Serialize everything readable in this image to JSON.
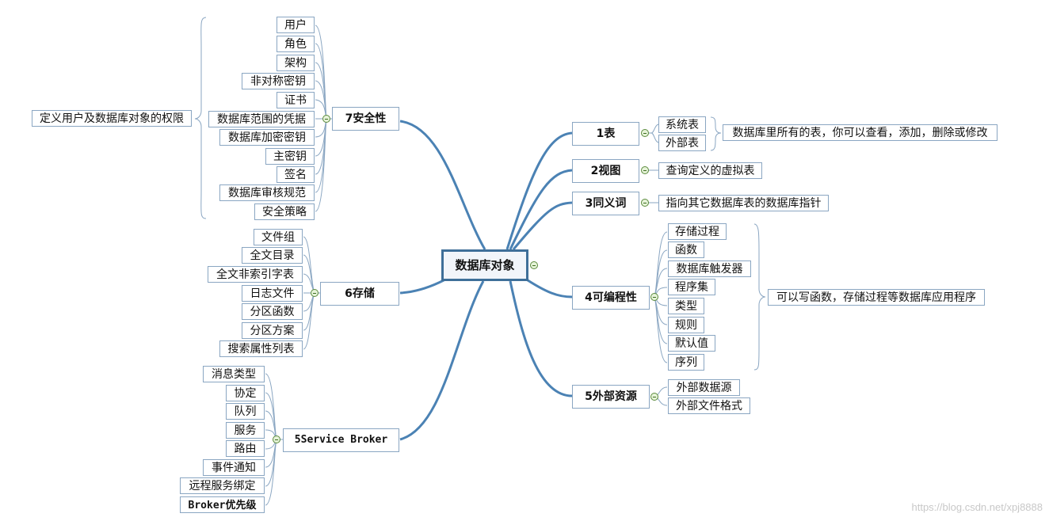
{
  "center": "数据库对象",
  "branches": {
    "b1": {
      "label": "1表",
      "children": [
        "系统表",
        "外部表"
      ],
      "note": "数据库里所有的表，你可以查看，添加，删除或修改"
    },
    "b2": {
      "label": "2视图",
      "note": "查询定义的虚拟表"
    },
    "b3": {
      "label": "3同义词",
      "note": "指向其它数据库表的数据库指针"
    },
    "b4": {
      "label": "4可编程性",
      "children": [
        "存储过程",
        "函数",
        "数据库触发器",
        "程序集",
        "类型",
        "规则",
        "默认值",
        "序列"
      ],
      "note": "可以写函数，存储过程等数据库应用程序"
    },
    "b5": {
      "label": "5外部资源",
      "children": [
        "外部数据源",
        "外部文件格式"
      ]
    },
    "b6": {
      "label": "6存储",
      "children": [
        "文件组",
        "全文目录",
        "全文非索引字表",
        "日志文件",
        "分区函数",
        "分区方案",
        "搜索属性列表"
      ]
    },
    "b7": {
      "label": "7安全性",
      "children": [
        "用户",
        "角色",
        "架构",
        "非对称密钥",
        "证书",
        "数据库范围的凭据",
        "数据库加密密钥",
        "主密钥",
        "签名",
        "数据库审核规范",
        "安全策略"
      ],
      "note": "定义用户及数据库对象的权限"
    },
    "b8": {
      "label": "5Service Broker",
      "children": [
        "消息类型",
        "协定",
        "队列",
        "服务",
        "路由",
        "事件通知",
        "远程服务绑定",
        "Broker优先级"
      ]
    }
  },
  "watermark": "https://blog.csdn.net/xpj8888",
  "colors": {
    "curve": "#4b82b4",
    "border": "#8aa6c2",
    "center_border": "#3f6f99",
    "toggle": "#5b8a3c"
  }
}
